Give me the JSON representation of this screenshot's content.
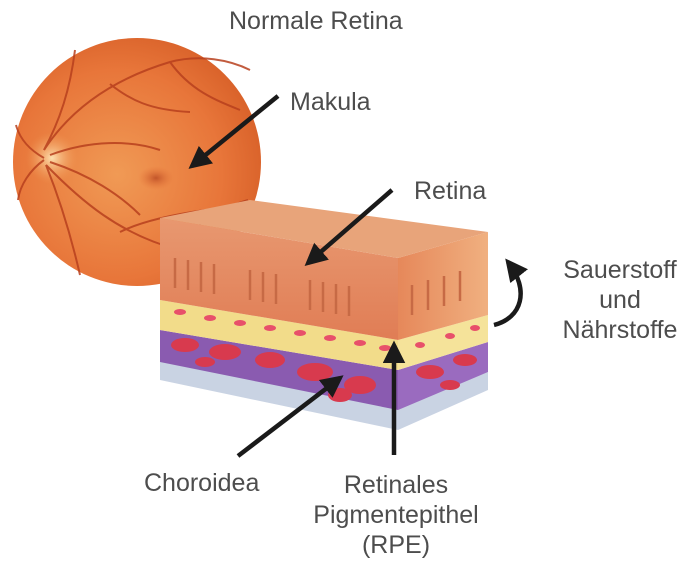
{
  "title": "Normale Retina",
  "labels": {
    "macula": "Makula",
    "retina": "Retina",
    "oxygen_line1": "Sauerstoff",
    "oxygen_line2": "und",
    "oxygen_line3": "Nährstoffe",
    "choroid": "Choroidea",
    "rpe_line1": "Retinales",
    "rpe_line2": "Pigmentepithel",
    "rpe_line3": "(RPE)"
  },
  "colors": {
    "text": "#4d4d4d",
    "arrow": "#1a1a1a",
    "fundus": "#e8763a",
    "retina_layer": "#e58a5a",
    "rpe_layer": "#f2dc8a",
    "choroid_purple": "#8a5bb0",
    "choroid_red": "#d83a4e",
    "sclera": "#c9d3e3"
  }
}
